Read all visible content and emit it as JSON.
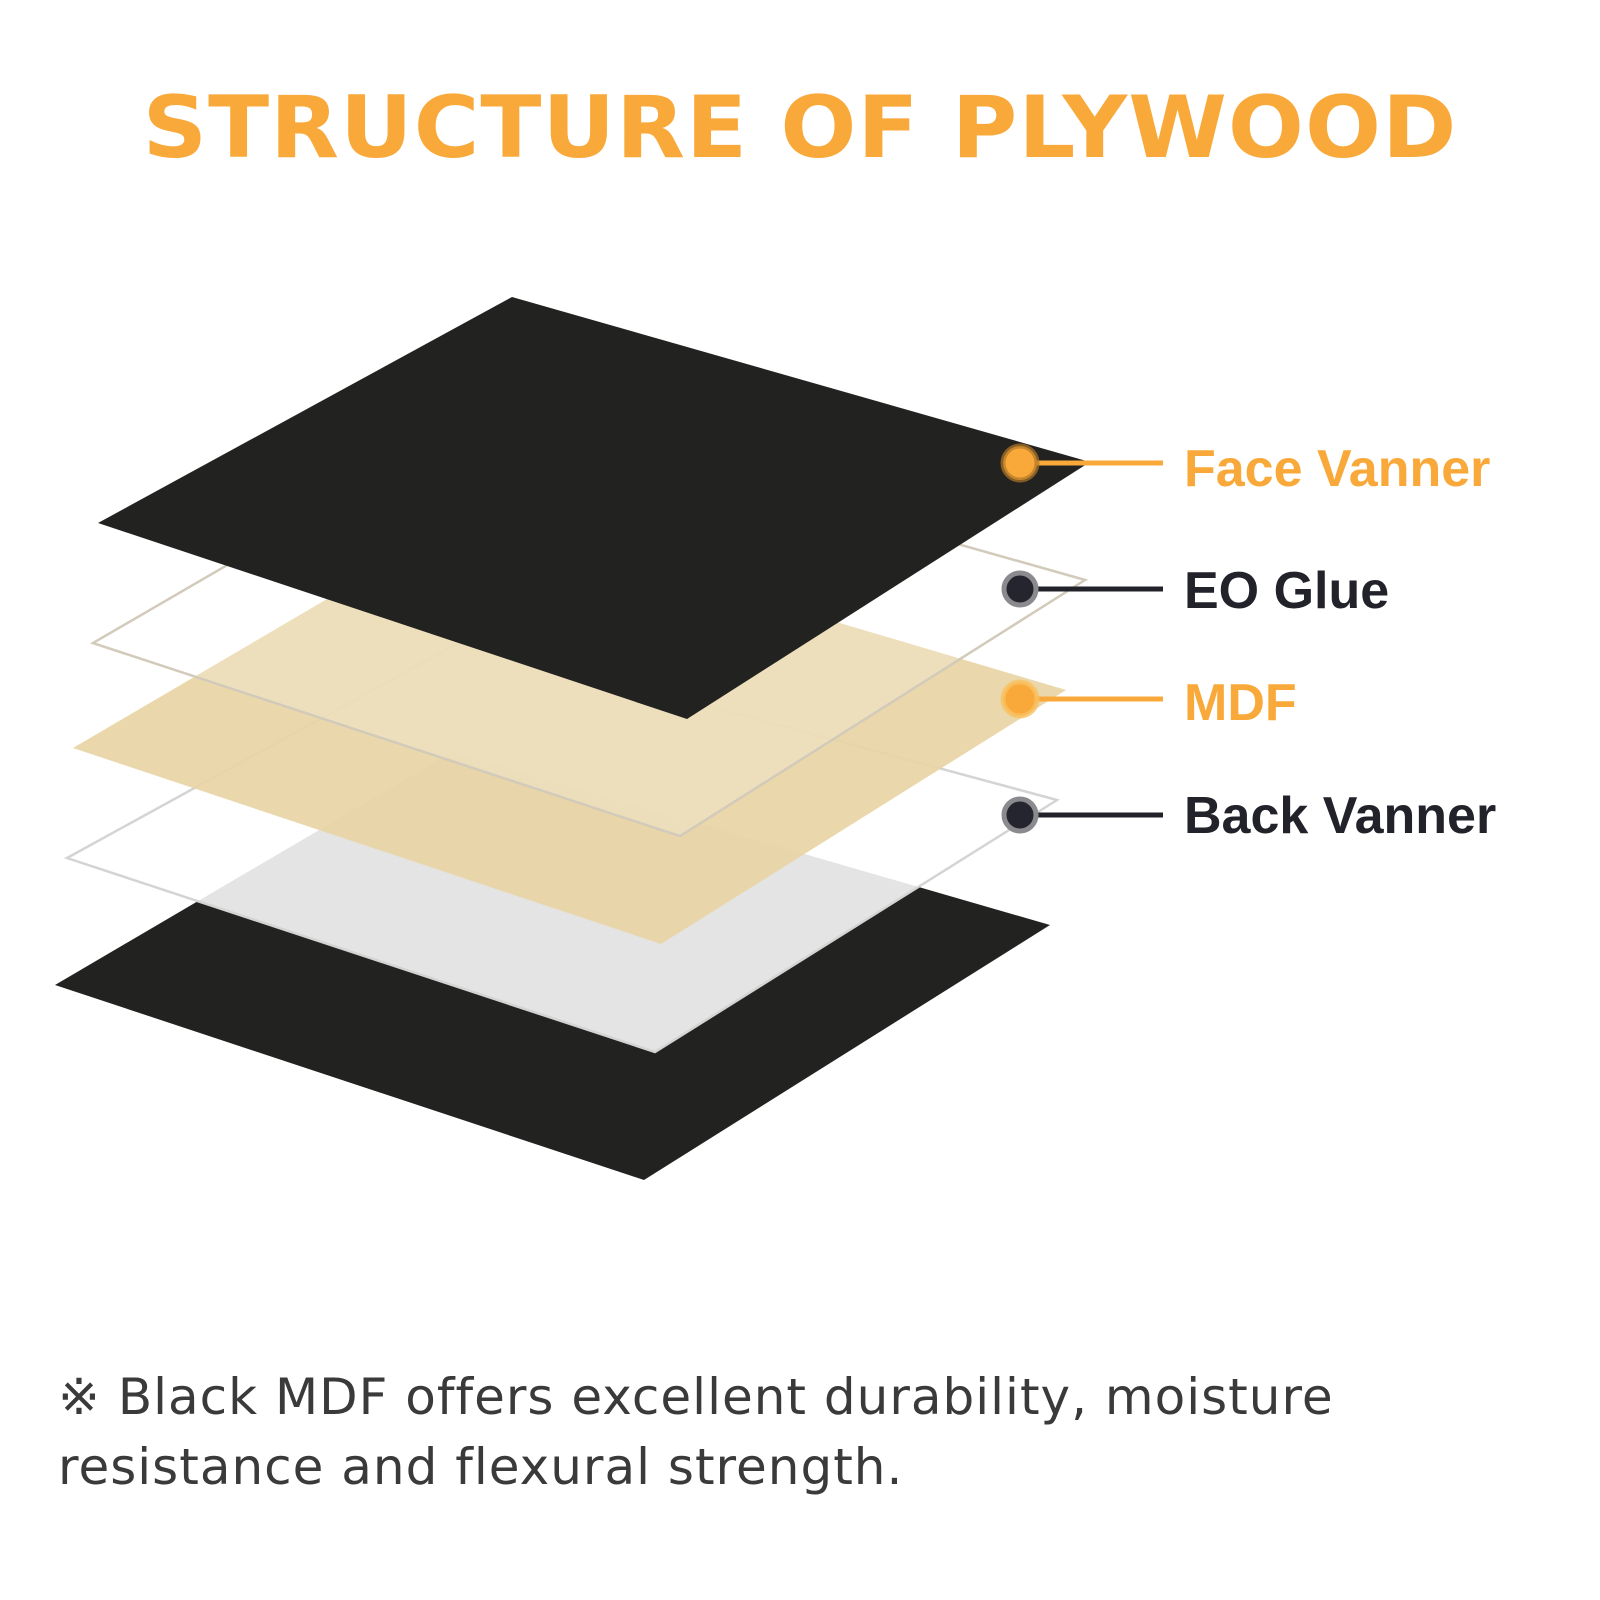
{
  "title": "STRUCTURE OF PLYWOOD",
  "colors": {
    "accent_orange": "#F9A93A",
    "dark_label": "#22222a",
    "sheet_black": "#222220",
    "mdf_beige": "#EAD7A9",
    "glue_outline": "#d8d8d8",
    "note_text": "#3a3a3a"
  },
  "layers": [
    {
      "id": "face-veneer",
      "label": "Face Vanner",
      "label_color": "orange",
      "marker": "orange-dot-icon"
    },
    {
      "id": "eo-glue",
      "label": "EO Glue",
      "label_color": "dark",
      "marker": "dark-dot-icon"
    },
    {
      "id": "mdf",
      "label": "MDF",
      "label_color": "orange",
      "marker": "orange-dot-icon"
    },
    {
      "id": "back-veneer",
      "label": "Back Vanner",
      "label_color": "dark",
      "marker": "dark-dot-icon"
    }
  ],
  "note": {
    "symbol": "※",
    "text": "Black MDF offers excellent durability, moisture resistance and flexural strength."
  }
}
